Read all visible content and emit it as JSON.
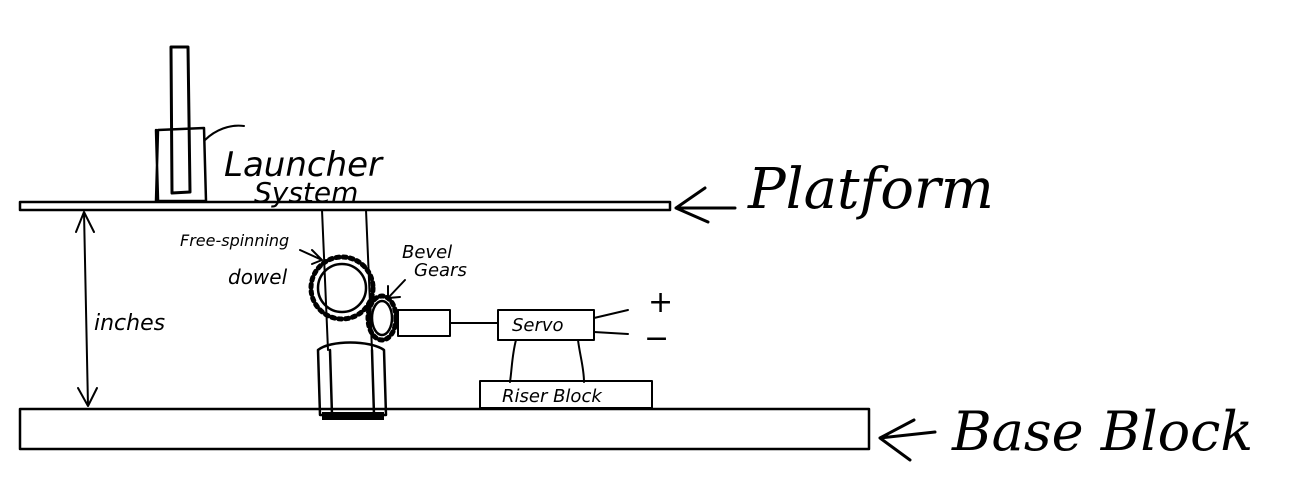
{
  "labels": {
    "launcher_line1": "Launcher",
    "launcher_line2": "System",
    "platform": "Platform",
    "free_spinning_line1": "Free-spinning",
    "free_spinning_line2": "dowel",
    "bevel_line1": "Bevel",
    "bevel_line2": "Gears",
    "inches": "inches",
    "servo": "Servo",
    "plus": "+",
    "minus": "−",
    "riser_block": "Riser Block",
    "base_block": "Base Block"
  },
  "colors": {
    "ink": "#000000",
    "paper": "#ffffff"
  }
}
